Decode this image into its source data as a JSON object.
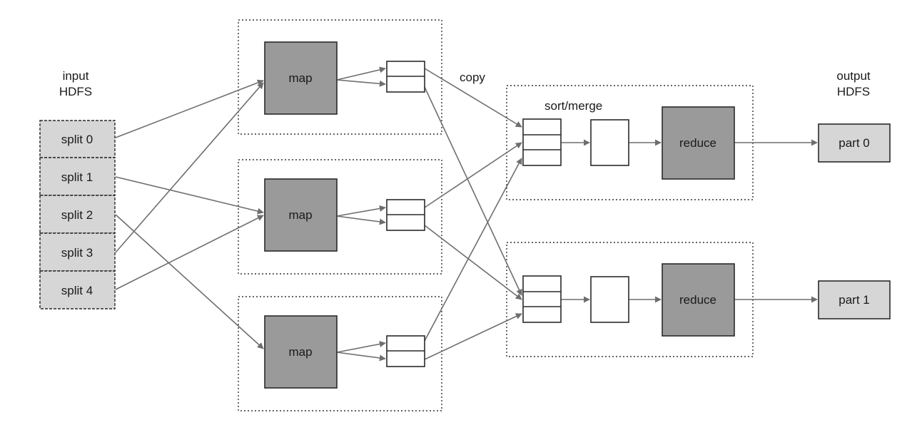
{
  "input": {
    "header_line1": "input",
    "header_line2": "HDFS",
    "splits": [
      "split 0",
      "split 1",
      "split 2",
      "split 3",
      "split 4"
    ]
  },
  "maps": [
    {
      "label": "map"
    },
    {
      "label": "map"
    },
    {
      "label": "map"
    }
  ],
  "copy_label": "copy",
  "sort_merge_label": "sort/merge",
  "reduces": [
    {
      "label": "reduce"
    },
    {
      "label": "reduce"
    }
  ],
  "output": {
    "header_line1": "output",
    "header_line2": "HDFS",
    "parts": [
      "part 0",
      "part 1"
    ]
  },
  "colors": {
    "task_box": "#9a9a9a",
    "file_box": "#d6d6d6",
    "arrow": "#6e6e6e"
  }
}
